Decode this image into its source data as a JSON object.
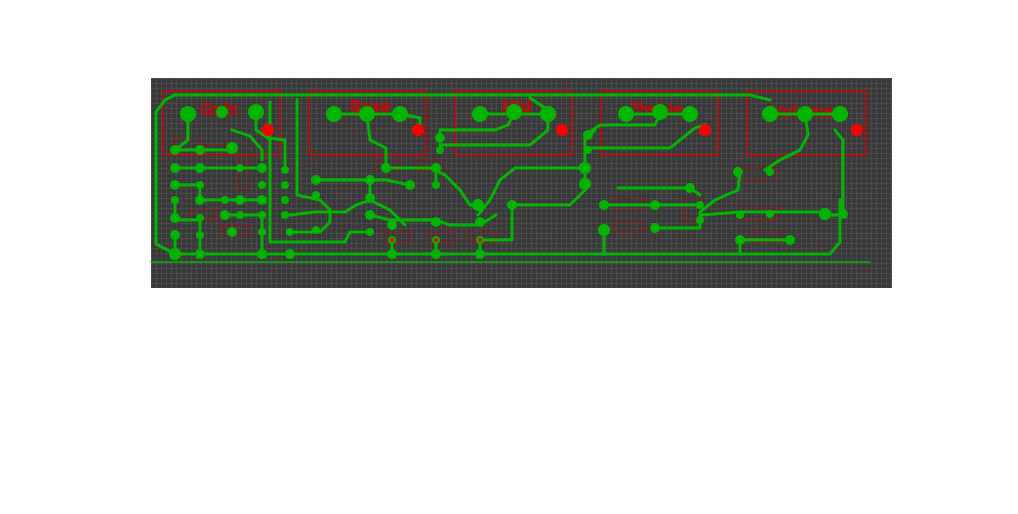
{
  "pots": [
    {
      "label": "Gain"
    },
    {
      "label": "Base"
    },
    {
      "label": "Mid"
    },
    {
      "label": "Treble"
    },
    {
      "label": "Volume"
    }
  ],
  "colors": {
    "board": "#3a3a3a",
    "grid": "#6a6a6a",
    "copper": "#00b400",
    "silkscreen": "#e00000",
    "pad_highlight": "#ff0000"
  }
}
